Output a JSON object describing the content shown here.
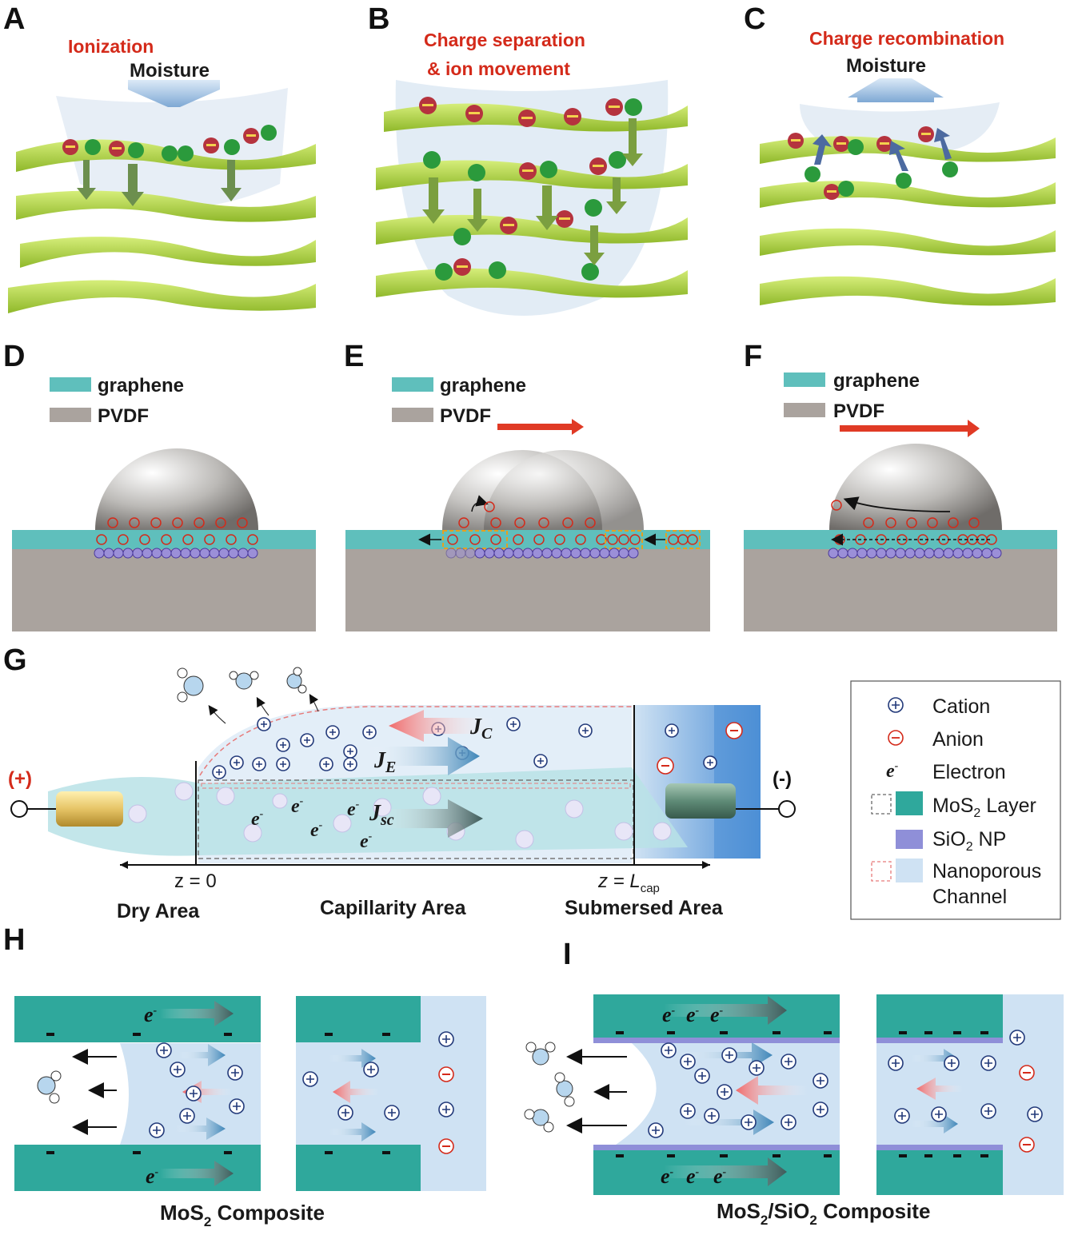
{
  "panels": {
    "A": {
      "letter": "A",
      "title": "Ionization",
      "moisture": "Moisture"
    },
    "B": {
      "letter": "B",
      "title_line1": "Charge separation",
      "title_line2": "& ion movement"
    },
    "C": {
      "letter": "C",
      "title": "Charge recombination",
      "moisture": "Moisture"
    },
    "D": {
      "letter": "D",
      "legend_graphene": "graphene",
      "legend_pvdf": "PVDF"
    },
    "E": {
      "letter": "E",
      "legend_graphene": "graphene",
      "legend_pvdf": "PVDF"
    },
    "F": {
      "letter": "F",
      "legend_graphene": "graphene",
      "legend_pvdf": "PVDF"
    },
    "G": {
      "letter": "G",
      "plus_terminal": "(+)",
      "minus_terminal": "(-)",
      "jc": "J",
      "jc_sub": "C",
      "je": "J",
      "je_sub": "E",
      "jsc": "J",
      "jsc_sub": "sc",
      "electron": "e",
      "z0": "z = 0",
      "zl": "z = ",
      "zl_var": "L",
      "zl_sub": "cap",
      "dry_area": "Dry Area",
      "capillarity_area": "Capillarity Area",
      "submersed_area": "Submersed Area",
      "legend": {
        "cation": "Cation",
        "anion": "Anion",
        "electron_sym": "e",
        "electron": "Electron",
        "mos2_layer_pre": "MoS",
        "mos2_layer_sub": "2",
        "mos2_layer_post": " Layer",
        "sio2_pre": "SiO",
        "sio2_sub": "2",
        "sio2_post": " NP",
        "nanoporous_line1": "Nanoporous",
        "nanoporous_line2": "Channel"
      }
    },
    "H": {
      "letter": "H",
      "label_pre": "MoS",
      "label_sub": "2",
      "label_post": " Composite",
      "electron": "e"
    },
    "I": {
      "letter": "I",
      "label_pre": "MoS",
      "label_sub": "2",
      "label_mid": "/SiO",
      "label_sub2": "2",
      "label_post": " Composite",
      "electron": "e"
    }
  },
  "colors": {
    "graphene_teal": "#5fbfbc",
    "pvdf_gray": "#aaa39e",
    "mos2_teal": "#2fa89c",
    "sio2_purple": "#8f8fd8",
    "channel_blue": "#cfe2f3",
    "title_red": "#d42a1a",
    "sheet_green": "#a8cf3a"
  }
}
